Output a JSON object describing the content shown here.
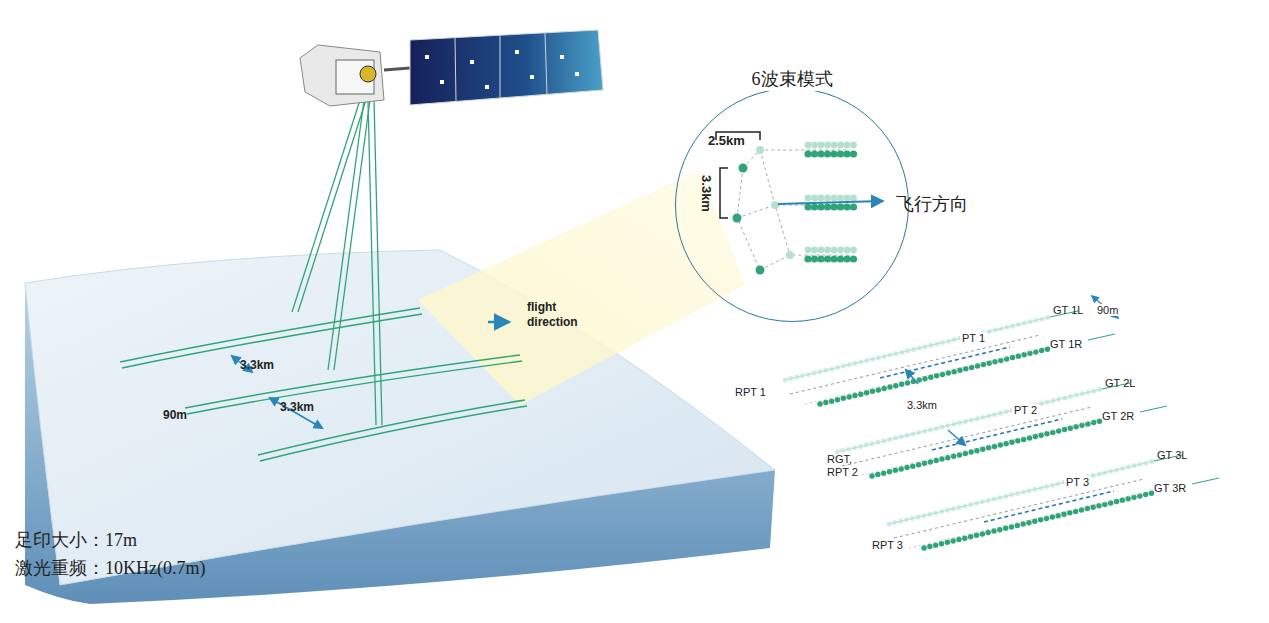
{
  "diagram": {
    "nodes": [
      {
        "text": [
          "6波束模式"
        ]
      }
    ],
    "labels": [
      "2.5km",
      "3.3km",
      "飞行方向",
      "flight direction",
      "3.3km",
      "90m",
      "3.3km",
      "GT 1L",
      "90m",
      "PT 1",
      "GT 1R",
      "RPT 1",
      "GT 2L",
      "3.3km",
      "PT 2",
      "GT 2R",
      "RGT, RPT 2",
      "GT 3L",
      "PT 3",
      "GT 3R",
      "RPT 3",
      "足印大小：17m",
      "激光重频：10KHz(0.7m)"
    ]
  }
}
